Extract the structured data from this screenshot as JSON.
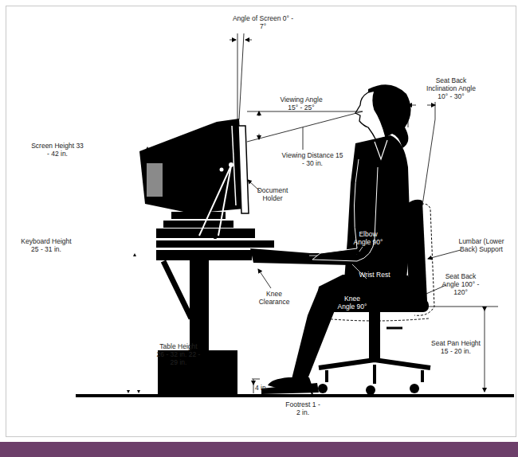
{
  "diagram": {
    "labels": [
      "Angle of Screen 0° - 7°",
      "Seat Back Inclination Angle 10° - 30°",
      "Viewing Angle 15° - 25°",
      "Screen Height 33 - 42 in.",
      "Viewing Distance 15 - 30 in.",
      "Document Holder",
      "Elbow Angle 90°",
      "Lumbar (Lower Back) Support",
      "Keyboard Height 25 - 31 in.",
      "Wrist Rest",
      "Seat Back Angle 100° - 120°",
      "Knee Angle 90°",
      "Knee Clearance",
      "Seat Pan Height 15 - 20 in.",
      "Table Height 26 - 32 in. 22 - 29 in.",
      "4 in.",
      "Footrest 1 - 2 in."
    ]
  }
}
